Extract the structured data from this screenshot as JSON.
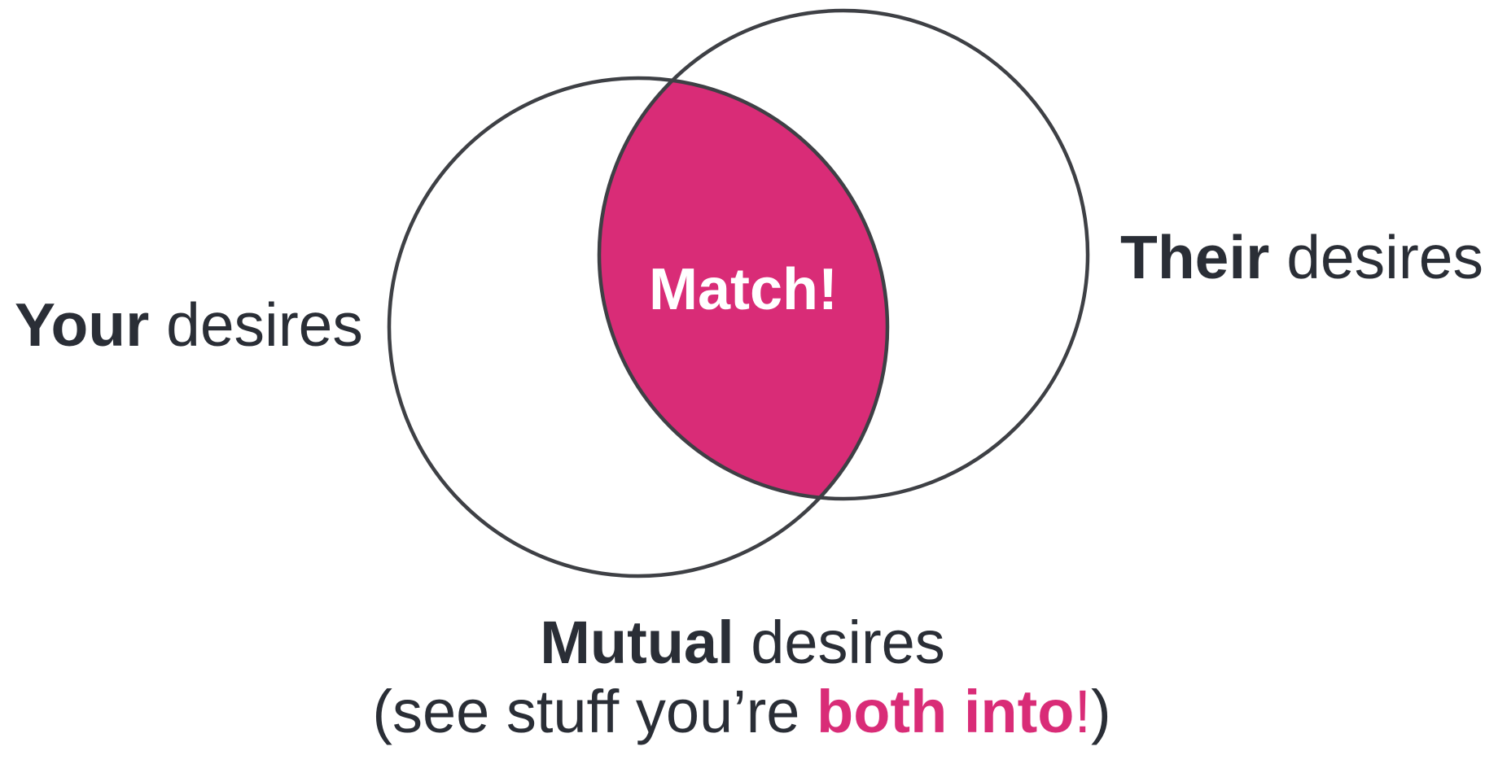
{
  "venn": {
    "left_set": {
      "bold": "Your",
      "light": " desires"
    },
    "right_set": {
      "bold": "Their",
      "light": " desires"
    },
    "intersection": {
      "label": "Match!"
    },
    "caption": {
      "bold": "Mutual",
      "light": " desires",
      "sub_prefix": "(see stuff you’re ",
      "sub_highlight": "both into",
      "sub_exclaim": "!",
      "sub_suffix": ")"
    }
  },
  "colors": {
    "accent_pink": "#D92C77",
    "stroke_dark": "#3E4045",
    "text_dark": "#2A2E36",
    "background": "#FFFFFF",
    "overlap_text": "#FFFFFF"
  }
}
